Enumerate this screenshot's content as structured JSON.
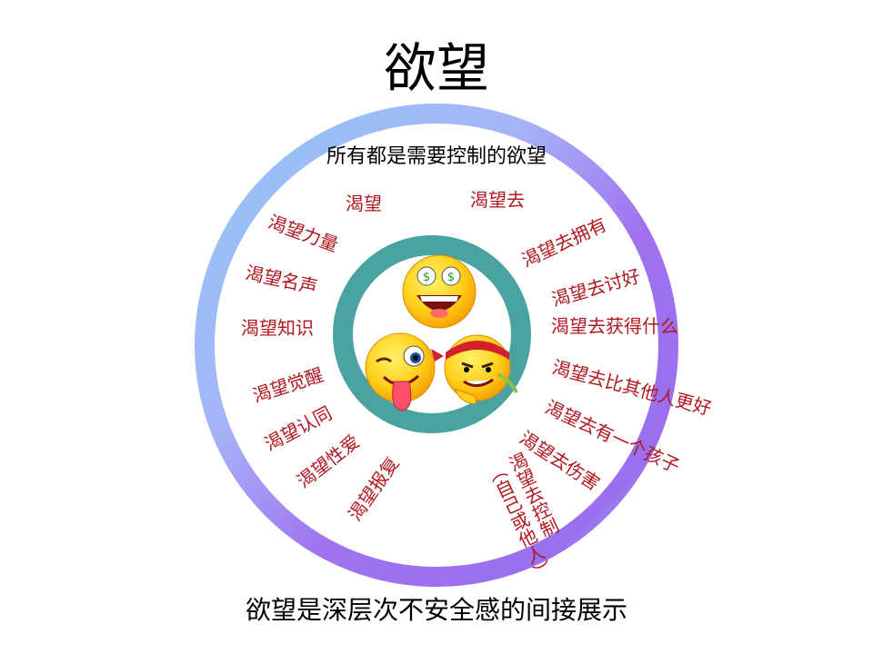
{
  "title": "欲望",
  "subtitle": "所有都是需要控制的欲望",
  "footer": "欲望是深层次不安全感的间接展示",
  "left_items": [
    "渴望",
    "渴望力量",
    "渴望名声",
    "渴望知识",
    "渴望觉醒",
    "渴望认同",
    "渴望性爱",
    "渴望报复"
  ],
  "right_items": [
    "渴望去",
    "渴望去拥有",
    "渴望去讨好",
    "渴望去获得什么",
    "渴望去比其他人更好",
    "渴望去有一个孩子",
    "渴望去伤害"
  ],
  "bottom_item": {
    "line1": "渴望去控制",
    "line2": "（自己或他人）"
  },
  "icons": [
    "money-eyes-emoji-icon",
    "tongue-wink-emoji-icon",
    "bandana-sly-emoji-icon"
  ],
  "colors": {
    "text_red": "#b0171f",
    "ring_blue": "#8ec5f5",
    "ring_purple": "#9b6cf0",
    "inner_ring": "#4aa3a0"
  }
}
